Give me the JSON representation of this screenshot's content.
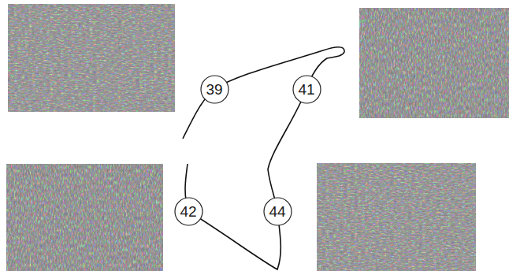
{
  "diagram": {
    "nodes": [
      {
        "text": [
          "39"
        ]
      },
      {
        "text": [
          "41"
        ]
      },
      {
        "text": [
          "42"
        ]
      },
      {
        "text": [
          "44"
        ]
      }
    ]
  }
}
